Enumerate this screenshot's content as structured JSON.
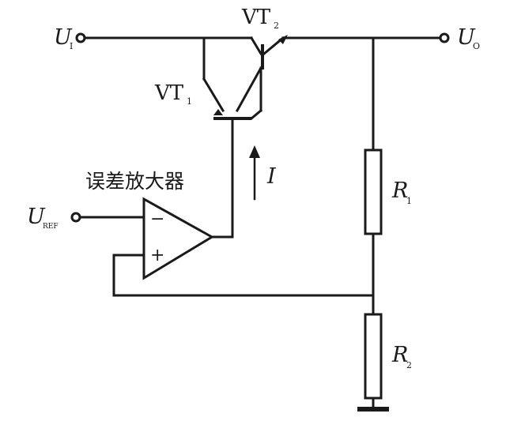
{
  "labels": {
    "u_in": "U",
    "u_in_sub": "I",
    "u_out": "U",
    "u_out_sub": "O",
    "vt2": "VT",
    "vt2_sub": "2",
    "vt1": "VT",
    "vt1_sub": "1",
    "amp": "误差放大器",
    "u_ref": "U",
    "u_ref_sub": "REF",
    "current": "I",
    "r1": "R",
    "r1_sub": "1",
    "r2": "R",
    "r2_sub": "2",
    "minus": "−",
    "plus": "+"
  }
}
